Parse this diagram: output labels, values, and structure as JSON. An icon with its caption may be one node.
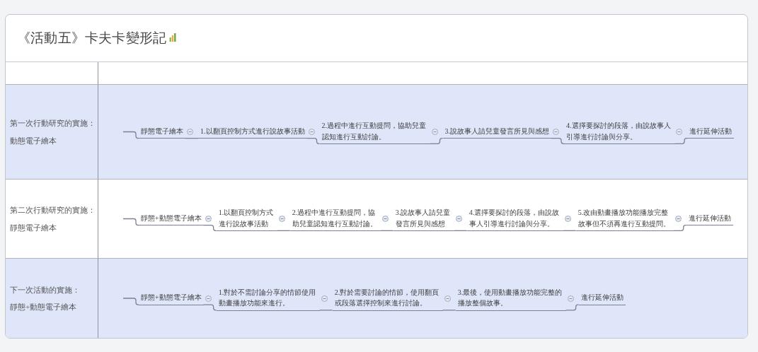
{
  "diagram": {
    "title": "《活動五》卡夫卡變形記",
    "nodes": [
      {
        "text": [
          "靜態電子繪本"
        ]
      },
      {
        "text": [
          "1.以翻頁控制方式進行說故事活動"
        ]
      },
      {
        "text": [
          "2.過程中進行互動提問，協助兒童認知進行互動討論。"
        ]
      },
      {
        "text": [
          "3.說故事人請兒童發言所見與感想"
        ]
      },
      {
        "text": [
          "4.選擇要探討的段落，由說故事人引導進行討論與分享。"
        ]
      },
      {
        "text": [
          "進行延伸活動"
        ]
      },
      {
        "text": [
          "靜態+動態電子繪本"
        ]
      },
      {
        "text": [
          "1.以翻頁控制方式進行說故事活動"
        ]
      },
      {
        "text": [
          "2.過程中進行互動提問，協助兒童認知進行互動討論。"
        ]
      },
      {
        "text": [
          "3.說故事人請兒童發言所見與感想"
        ]
      },
      {
        "text": [
          "4.選擇要探討的段落，由說故事人引導進行討論與分享。"
        ]
      },
      {
        "text": [
          "5.改由動畫播放功能播放完整故事但不須再進行互動提問。"
        ]
      },
      {
        "text": [
          "進行延伸活動"
        ]
      },
      {
        "text": [
          "靜態+動態電子繪本"
        ]
      },
      {
        "text": [
          "1.對於不需討論分享的情節使用動畫播放功能來進行。"
        ]
      },
      {
        "text": [
          "2.對於需要討論的情節，使用翻頁或段落選擇控制來進行討論。"
        ]
      },
      {
        "text": [
          "3.最後，使用動畫播放功能完整的播放整個故事。"
        ]
      },
      {
        "text": [
          "進行延伸活動"
        ]
      }
    ],
    "edges": [
      {
        "from": null,
        "to": 0,
        "arrow": "none"
      },
      {
        "from": 0,
        "to": 1,
        "arrow": "none"
      },
      {
        "from": 1,
        "to": 2,
        "arrow": "none"
      },
      {
        "from": 2,
        "to": 3,
        "arrow": "none"
      },
      {
        "from": 3,
        "to": 4,
        "arrow": "none"
      },
      {
        "from": 4,
        "to": 5,
        "arrow": "none"
      },
      {
        "from": null,
        "to": 6,
        "arrow": "none"
      },
      {
        "from": 6,
        "to": 7,
        "arrow": "none"
      },
      {
        "from": 7,
        "to": 8,
        "arrow": "none"
      },
      {
        "from": 8,
        "to": 9,
        "arrow": "none"
      },
      {
        "from": 9,
        "to": 10,
        "arrow": "none"
      },
      {
        "from": 10,
        "to": 11,
        "arrow": "none"
      },
      {
        "from": 11,
        "to": 12,
        "arrow": "none"
      },
      {
        "from": null,
        "to": 13,
        "arrow": "none"
      },
      {
        "from": 13,
        "to": 14,
        "arrow": "none"
      },
      {
        "from": 14,
        "to": 15,
        "arrow": "none"
      },
      {
        "from": 15,
        "to": 16,
        "arrow": "none"
      },
      {
        "from": 16,
        "to": 17,
        "arrow": "none"
      }
    ],
    "labels": [
      "第一次行動研究的實施：動態電子繪本",
      "第二次行動研究的實施：靜態電子繪本",
      "下一次活動的實施：靜態+動態電子繪本"
    ]
  }
}
